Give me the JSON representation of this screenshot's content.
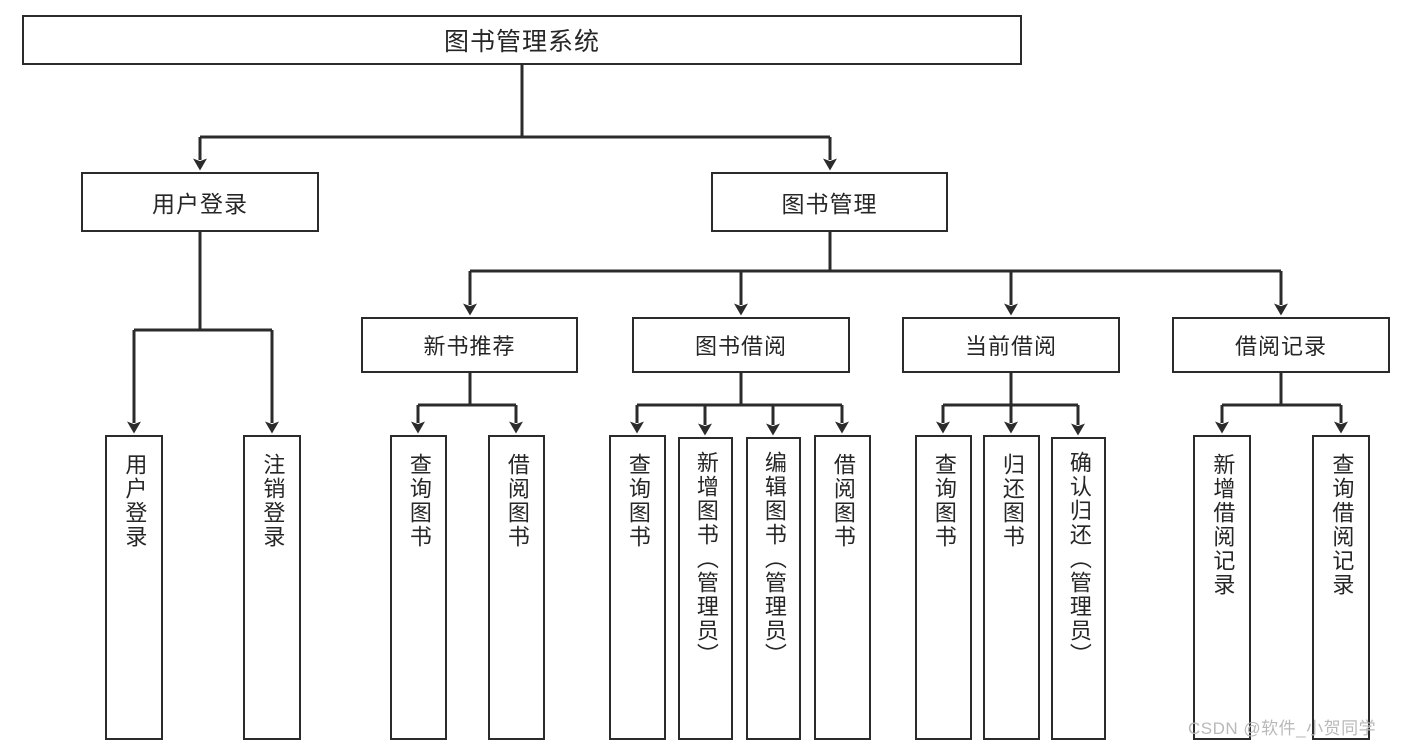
{
  "diagram": {
    "title": "图书管理系统",
    "type": "tree",
    "watermark": "CSDN @软件_小贺同学",
    "colors": {
      "box_border": "#2b2b2b",
      "box_fill": "#ffffff",
      "edge": "#2b2b2b",
      "watermark": "#b9b9b9"
    },
    "levels": {
      "root": {
        "label": "图书管理系统"
      },
      "level2": [
        {
          "id": "user-login",
          "label": "用户登录"
        },
        {
          "id": "book-manage",
          "label": "图书管理"
        }
      ],
      "level3": [
        {
          "id": "new-book-rec",
          "label": "新书推荐",
          "parent": "book-manage"
        },
        {
          "id": "book-borrow",
          "label": "图书借阅",
          "parent": "book-manage"
        },
        {
          "id": "current-borrow",
          "label": "当前借阅",
          "parent": "book-manage"
        },
        {
          "id": "borrow-record",
          "label": "借阅记录",
          "parent": "book-manage"
        }
      ],
      "leaves": [
        {
          "id": "leaf-user-login",
          "label": "用户登录",
          "parent": "user-login"
        },
        {
          "id": "leaf-user-logout",
          "label": "注销登录",
          "parent": "user-login"
        },
        {
          "id": "leaf-query-book-1",
          "label": "查询图书",
          "parent": "new-book-rec"
        },
        {
          "id": "leaf-borrow-book-1",
          "label": "借阅图书",
          "parent": "new-book-rec"
        },
        {
          "id": "leaf-query-book-2",
          "label": "查询图书",
          "parent": "book-borrow"
        },
        {
          "id": "leaf-add-book",
          "label": "新增图书（管理员）",
          "parent": "book-borrow"
        },
        {
          "id": "leaf-edit-book",
          "label": "编辑图书（管理员）",
          "parent": "book-borrow"
        },
        {
          "id": "leaf-borrow-book-2",
          "label": "借阅图书",
          "parent": "book-borrow"
        },
        {
          "id": "leaf-query-book-3",
          "label": "查询图书",
          "parent": "current-borrow"
        },
        {
          "id": "leaf-return-book",
          "label": "归还图书",
          "parent": "current-borrow"
        },
        {
          "id": "leaf-confirm-return",
          "label": "确认归还（管理员）",
          "parent": "current-borrow"
        },
        {
          "id": "leaf-add-record",
          "label": "新增借阅记录",
          "parent": "borrow-record"
        },
        {
          "id": "leaf-query-record",
          "label": "查询借阅记录",
          "parent": "borrow-record"
        }
      ]
    }
  }
}
